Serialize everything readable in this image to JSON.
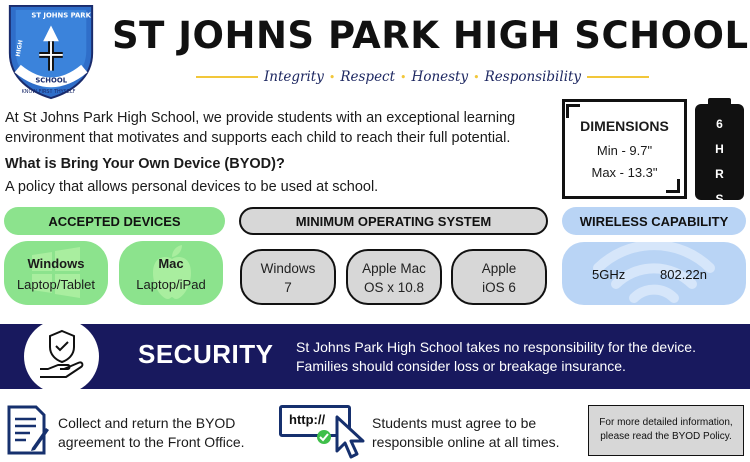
{
  "header": {
    "title": "ST JOHNS PARK HIGH SCHOOL",
    "crest": {
      "name": "ST JOHNS PARK",
      "left_word": "HIGH",
      "bottom_word": "SCHOOL",
      "motto": "KNOW FIRST THYSELF"
    },
    "values": [
      "Integrity",
      "Respect",
      "Honesty",
      "Responsibility"
    ]
  },
  "intro": {
    "paragraph": "At St Johns Park High School, we provide students with an exceptional learning environment that motivates and supports each child to reach their full potential.",
    "question": "What is Bring Your Own Device (BYOD)?",
    "answer": "A policy that allows personal devices to be used at school."
  },
  "dimensions": {
    "title": "DIMENSIONS",
    "min": "Min - 9.7\"",
    "max": "Max - 13.3\""
  },
  "battery": {
    "lines": [
      "6",
      "H",
      "R",
      "S"
    ]
  },
  "accepted_devices": {
    "title": "ACCEPTED DEVICES",
    "items": [
      {
        "name": "Windows",
        "sub": "Laptop/Tablet",
        "icon": "windows-logo-icon"
      },
      {
        "name": "Mac",
        "sub": "Laptop/iPad",
        "icon": "apple-logo-icon"
      }
    ]
  },
  "minimum_os": {
    "title": "MINIMUM OPERATING SYSTEM",
    "items": [
      {
        "line1": "Windows",
        "line2": "7"
      },
      {
        "line1": "Apple Mac",
        "line2": "OS x 10.8"
      },
      {
        "line1": "Apple",
        "line2": "iOS 6"
      }
    ]
  },
  "wireless": {
    "title": "WIRELESS CAPABILITY",
    "band": "5GHz",
    "standard": "802.22n",
    "icon": "wifi-icon"
  },
  "security": {
    "title": "SECURITY",
    "text": "St Johns Park High School takes no responsibility for the device. Families should consider loss or breakage insurance.",
    "icon": "shield-hand-icon"
  },
  "footer": {
    "agreement": "Collect and return the BYOD agreement to the Front Office.",
    "url_label": "http://",
    "online": "Students must agree to be responsible online at all times.",
    "policy_note": "For more detailed information, please read the BYOD Policy."
  },
  "colors": {
    "navy": "#18195e",
    "accent_yellow": "#f2c73a",
    "green": "#8ce38d",
    "grey": "#d7d7d7",
    "light_blue": "#b9d4f5"
  }
}
